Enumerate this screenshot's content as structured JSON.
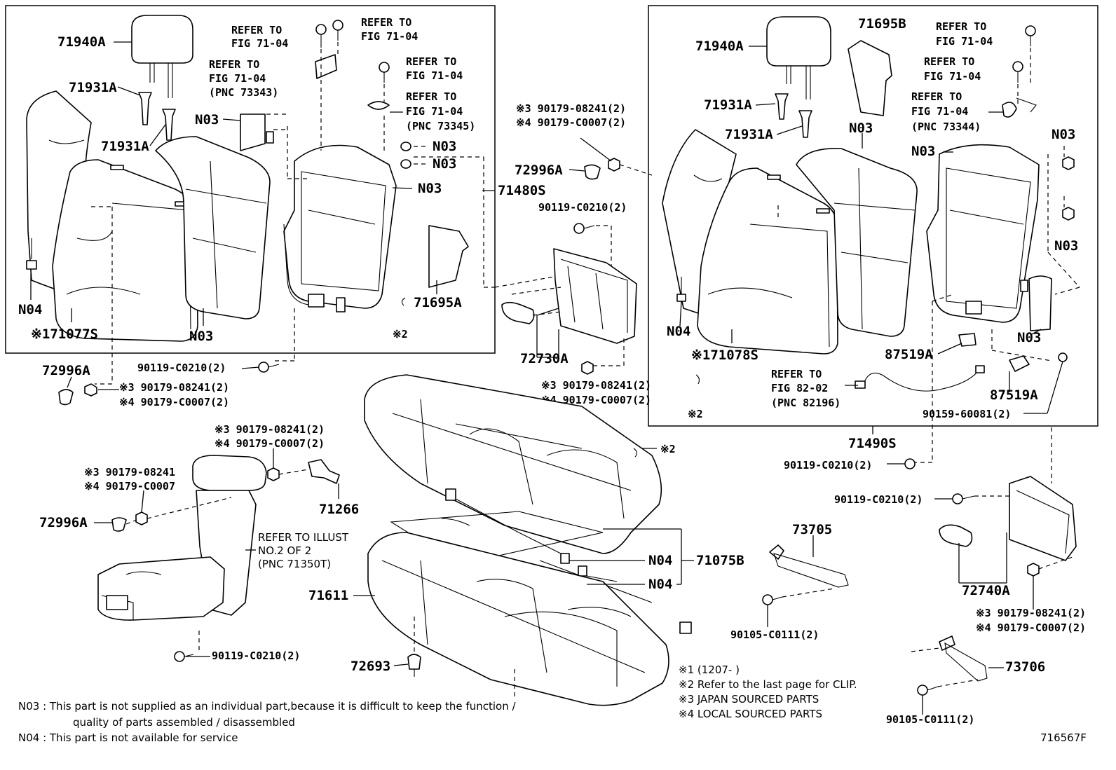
{
  "labels": {
    "headrest_l": "71940A",
    "guide_l1": "71931A",
    "guide_l2": "71931A",
    "pad_l": "N04",
    "back_l": "※171077S",
    "cover_l": "N03",
    "foam_l": "N03",
    "n03_a": "N03",
    "n03_b": "N03",
    "n03_c": "N03",
    "frame_l": "71480S",
    "board_l": "71695A",
    "clip_l": "※2",
    "ref_a1": "REFER TO",
    "ref_a2": "FIG 71-04",
    "ref_b1": "REFER TO",
    "ref_b2": "FIG 71-04",
    "ref_c1": "REFER TO",
    "ref_c2": "FIG 71-04",
    "ref_c3": "(PNC 73343)",
    "ref_d1": "REFER TO",
    "ref_d2": "FIG 71-04",
    "ref_e1": "REFER TO",
    "ref_e2": "FIG 71-04",
    "ref_e3": "(PNC 73345)",
    "cap_l": "72996A",
    "bolt_l": "90119-C0210(2)",
    "nut_l1": "※3 90179-08241(2)",
    "nut_l2": "※4 90179-C0007(2)",
    "c_nut1": "※3 90179-08241(2)",
    "c_nut2": "※4 90179-C0007(2)",
    "c_cap": "72996A",
    "c_bolt": "90119-C0210(2)",
    "c_hinge": "72730A",
    "c_nut3": "※3 90179-08241(2)",
    "c_nut4": "※4 90179-C0007(2)",
    "headrest_r": "71940A",
    "board_r": "71695B",
    "ref_f1": "REFER TO",
    "ref_f2": "FIG 71-04",
    "ref_g1": "REFER TO",
    "ref_g2": "FIG 71-04",
    "ref_h1": "REFER TO",
    "ref_h2": "FIG 71-04",
    "ref_h3": "(PNC 73344)",
    "guide_r1": "71931A",
    "guide_r2": "71931A",
    "n03_r1": "N03",
    "n03_r2": "N03",
    "n03_r3": "N03",
    "n03_r4": "N03",
    "n03_r5": "N03",
    "pad_r": "N04",
    "back_r": "※171078S",
    "ref_i1": "REFER TO",
    "ref_i2": "FIG 82-02",
    "ref_i3": "(PNC 82196)",
    "clip_r": "※2",
    "brk_r1": "87519A",
    "brk_r2": "87519A",
    "screw_r": "90159-60081(2)",
    "frame_r": "71490S",
    "bolt_r1": "90119-C0210(2)",
    "bolt_r2": "90119-C0210(2)",
    "hinge_r": "72740A",
    "nut_r1": "※3 90179-08241(2)",
    "nut_r2": "※4 90179-C0007(2)",
    "arm_nut1": "※3 90179-08241(2)",
    "arm_nut2": "※4 90179-C0007(2)",
    "arm_nut3": "※3 90179-08241",
    "arm_nut4": "※4 90179-C0007",
    "arm_cap": "72996A",
    "arm_brk": "71266",
    "arm_ref1": "REFER TO ILLUST",
    "arm_ref2": "NO.2 OF 2",
    "arm_ref3": "(PNC 71350T)",
    "arm_bolt": "90119-C0210(2)",
    "clip_m": "※2",
    "cush_n04a": "N04",
    "cush_n04b": "N04",
    "cush_assy": "71075B",
    "cush_cover": "71611",
    "cush_clip": "72693",
    "wire_a": "73705",
    "wire_a_bolt": "90105-C0111(2)",
    "wire_b": "73706",
    "wire_b_bolt": "90105-C0111(2)"
  },
  "legend": {
    "l1": "※1 (1207-     )",
    "l2": "※2 Refer to the last page for CLIP.",
    "l3": "※3 JAPAN SOURCED PARTS",
    "l4": "※4 LOCAL SOURCED PARTS"
  },
  "notes": {
    "n03_line1": "N03 : This part is not supplied as an individual part,because it is difficult to keep the function /",
    "n03_line2": "quality of parts assembled / disassembled",
    "n04_line": "N04 : This part is not available for service"
  },
  "figure_id": "716567F"
}
